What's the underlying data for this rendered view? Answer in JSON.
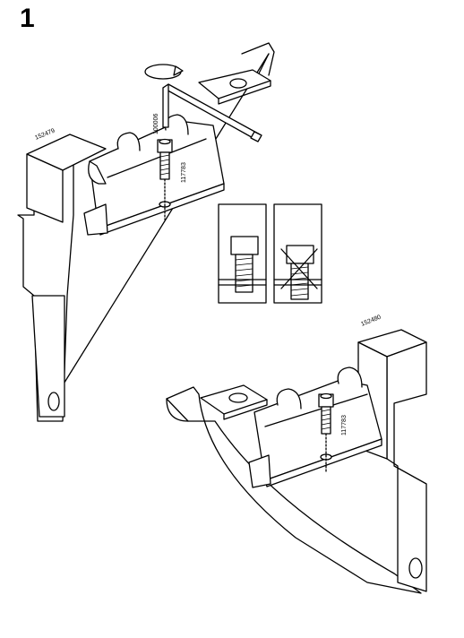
{
  "step": {
    "number": "1"
  },
  "parts": {
    "bracket_left_code": "152479",
    "bracket_right_code": "152480",
    "allen_key_code": "100006",
    "screw_code": "117783"
  },
  "icons": {
    "rotate": "rotate-clockwise-icon",
    "correct": "screw-correct-detail-icon",
    "wrong": "screw-wrong-detail-icon"
  }
}
